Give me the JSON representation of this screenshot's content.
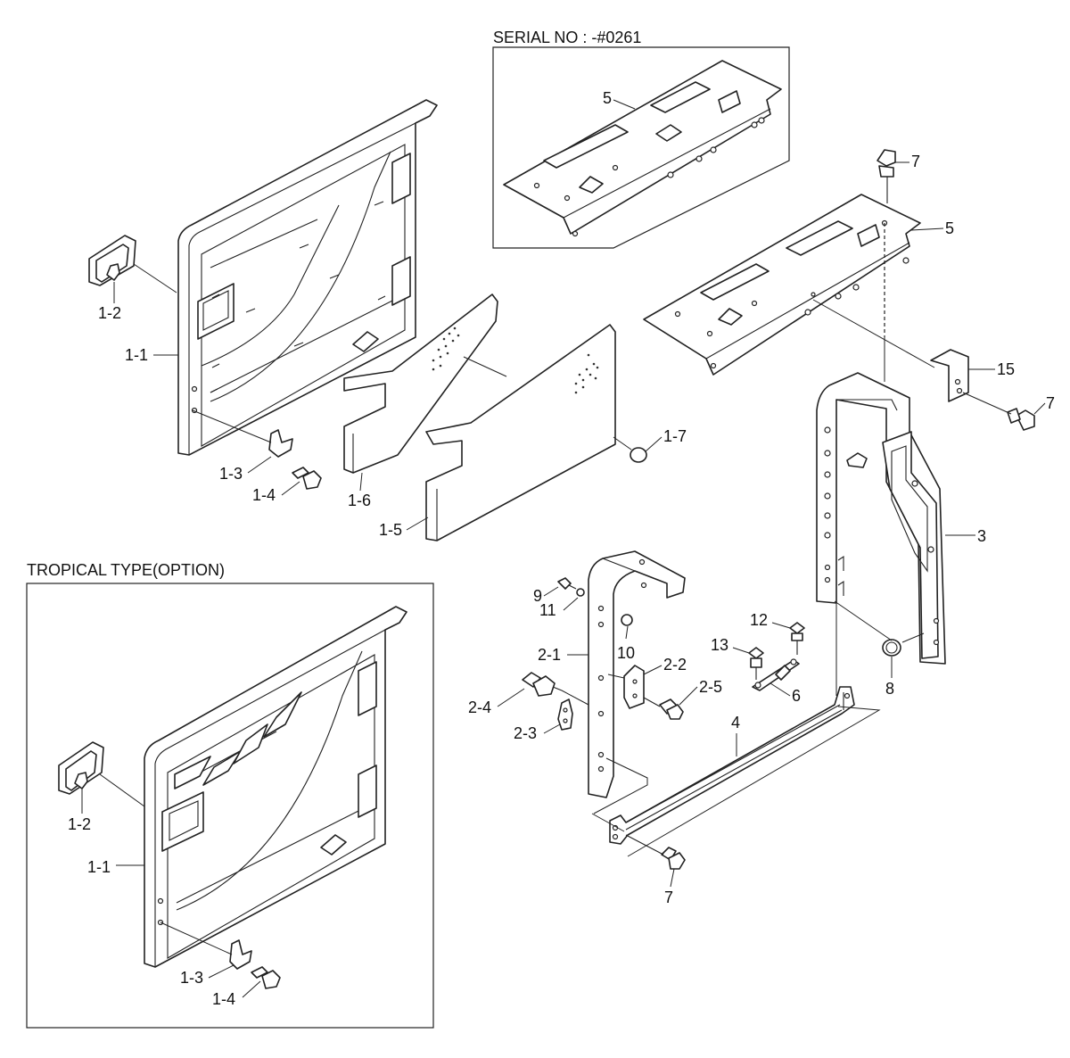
{
  "boxes": {
    "serial": "SERIAL NO : -#0261",
    "tropical": "TROPICAL TYPE(OPTION)"
  },
  "labels": {
    "l1_2a": "1-2",
    "l1_1a": "1-1",
    "l1_3a": "1-3",
    "l1_4a": "1-4",
    "l1_6": "1-6",
    "l1_5": "1-5",
    "l1_7": "1-7",
    "l5a": "5",
    "l5b": "5",
    "l7a": "7",
    "l15": "15",
    "l7b": "7",
    "l3": "3",
    "l8": "8",
    "l9": "9",
    "l11": "11",
    "l10": "10",
    "l2_1": "2-1",
    "l2_2": "2-2",
    "l2_4": "2-4",
    "l2_5": "2-5",
    "l2_3": "2-3",
    "l12": "12",
    "l13": "13",
    "l6": "6",
    "l4": "4",
    "l7c": "7",
    "l1_2b": "1-2",
    "l1_1b": "1-1",
    "l1_3b": "1-3",
    "l1_4b": "1-4"
  }
}
